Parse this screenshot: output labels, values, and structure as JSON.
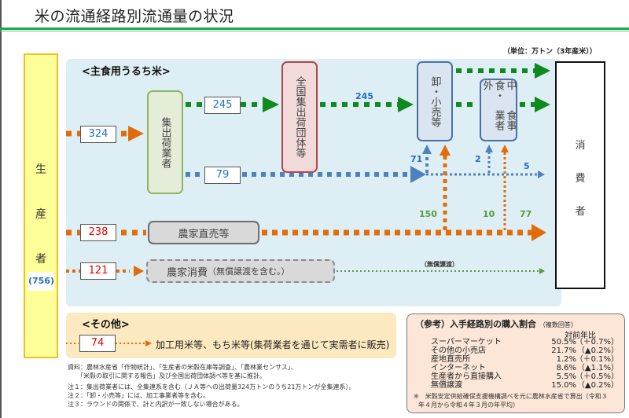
{
  "title": "米の流通経路別流通量の状況",
  "unit_note": "（単位：万トン（3年産米））",
  "producer": {
    "label_chars": [
      "生",
      "産",
      "者"
    ],
    "total": "(756)"
  },
  "sections": {
    "main": "<主食用うるち米>",
    "other": "<その他>"
  },
  "nodes": {
    "shuka": "集出荷業者",
    "zenkoku": "全国集出荷団体等",
    "oroshi": "卸・小売等",
    "naka_a": "中食・外",
    "naka_b": "食事業者",
    "chokubai": "農家直売等",
    "nouka_main": "農家消費",
    "nouka_sub": "（無償譲渡を含む。）",
    "consumer_chars": [
      "消",
      "費",
      "者"
    ]
  },
  "flows": {
    "to_shuka": "324",
    "shuka_to_zenkoku": "245",
    "zenkoku_to_oroshi": "245",
    "shuka_direct": "79",
    "direct_to_oroshi": "71",
    "direct_to_naka": "2",
    "direct_to_consumer": "5",
    "chokubai": "238",
    "chokubai_to_oroshi": "150",
    "chokubai_to_naka": "10",
    "chokubai_to_consumer": "77",
    "nouka": "121",
    "nouka_to_consumer_label": "（無償譲渡）",
    "other": "74"
  },
  "other_text": "加工用米等、もち米等(集荷業者を通じて実需者に販売)",
  "notes": [
    "資料：農林水産省「作物統計」、「生産者の米穀在庫等調査」、「農林業センサス」、",
    "　　「米穀の取引に関する報告」及び全国出荷団体調べ等を基に推計。",
    "注１：集出荷業者には、全集連系を含む（ＪＡ等への出荷量324万トンのうち21万トンが全集連系）。",
    "注２：「卸・小売等」には、加工事業者等を含む。",
    "注３：ラウンドの関係で、計と内訳が一致しない場合がある。"
  ],
  "reference": {
    "title": "（参考）入手経路別の購入割合",
    "title_note": "（複数回答）",
    "col_head": "対前年比",
    "rows": [
      {
        "category": "スーパーマーケット",
        "share": "50.5%",
        "change": "（＋0.7%）"
      },
      {
        "category": "その他の小売店",
        "share": "21.7%",
        "change": "（▲0.2%）"
      },
      {
        "category": "産地直売所",
        "share": "1.2%",
        "change": "（＋0.1%）"
      },
      {
        "category": "インターネット",
        "share": "8.6%",
        "change": "（▲1.1%）"
      },
      {
        "category": "生産者から直接購入",
        "share": "5.5%",
        "change": "（＋0.5%）"
      },
      {
        "category": "無償譲渡",
        "share": "15.0%",
        "change": "（▲0.2%）"
      }
    ],
    "footnote_1": "※　米穀安定供給確保支援機構調べを元に農林水産省で算出（令和３",
    "footnote_2": "年４月から令和４年３月の年平均）"
  },
  "colors": {
    "green": "#0f8a1e",
    "orange": "#e36c0a",
    "blue": "#4f81bd",
    "dark_green": "#5a9a3a"
  }
}
